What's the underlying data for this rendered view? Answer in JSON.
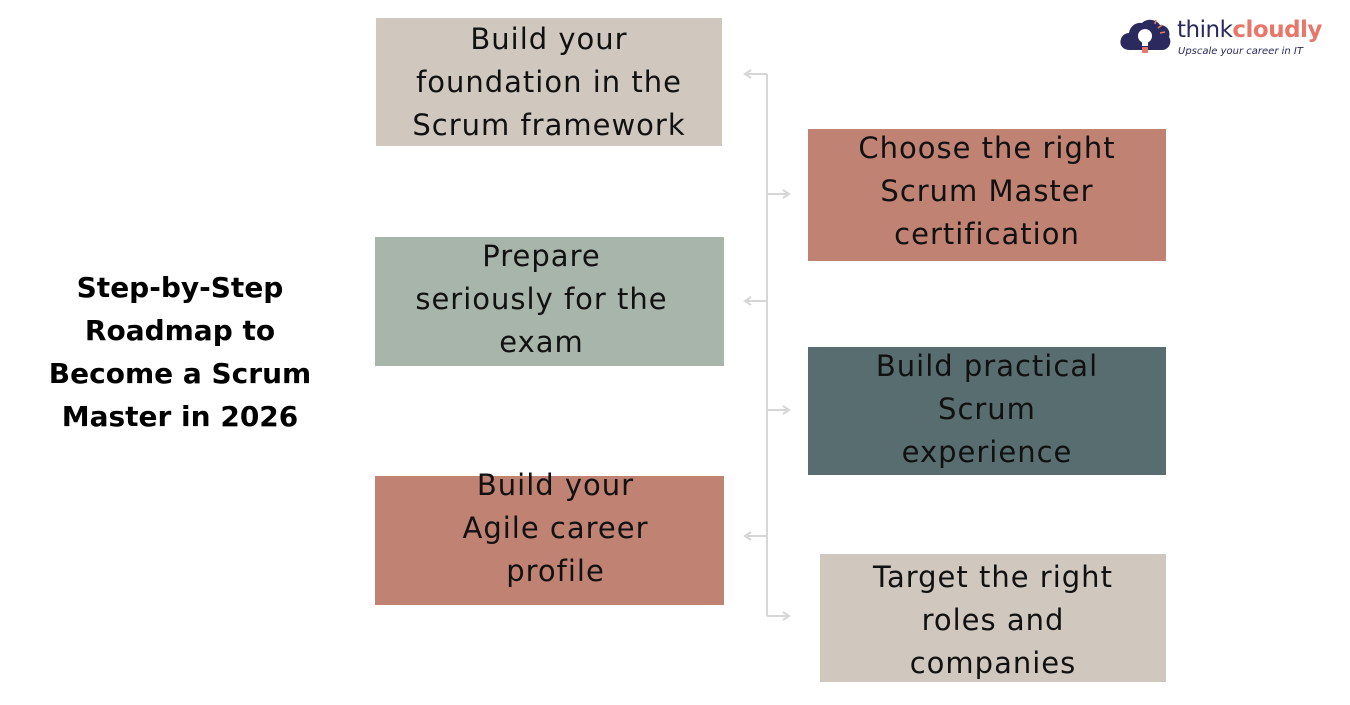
{
  "title": {
    "lines": [
      "Step-by-Step",
      "Roadmap to",
      "Become a Scrum",
      "Master in 2026"
    ]
  },
  "steps": [
    {
      "lines": [
        "Build your",
        "foundation in the",
        "Scrum framework"
      ],
      "color": "#d0c8be"
    },
    {
      "lines": [
        "Choose the right",
        "Scrum Master",
        "certification"
      ],
      "color": "#c08272"
    },
    {
      "lines": [
        "Prepare",
        "seriously for the",
        "exam"
      ],
      "color": "#a8b5ab"
    },
    {
      "lines": [
        "Build practical",
        "Scrum",
        "experience"
      ],
      "color": "#586d70"
    },
    {
      "lines": [
        "Build your",
        "Agile career",
        "profile"
      ],
      "color": "#c08272"
    },
    {
      "lines": [
        "Target the right",
        "roles and",
        "companies"
      ],
      "color": "#d0c8be"
    }
  ],
  "logo": {
    "brand_part1": "think",
    "brand_part2": "cloudly",
    "tagline": "Upscale your career in IT",
    "icon": "cloud-lightbulb-icon",
    "colors": {
      "navy": "#2a2a5e",
      "coral": "#e8776a"
    }
  },
  "connector_color": "#d6d6d6"
}
